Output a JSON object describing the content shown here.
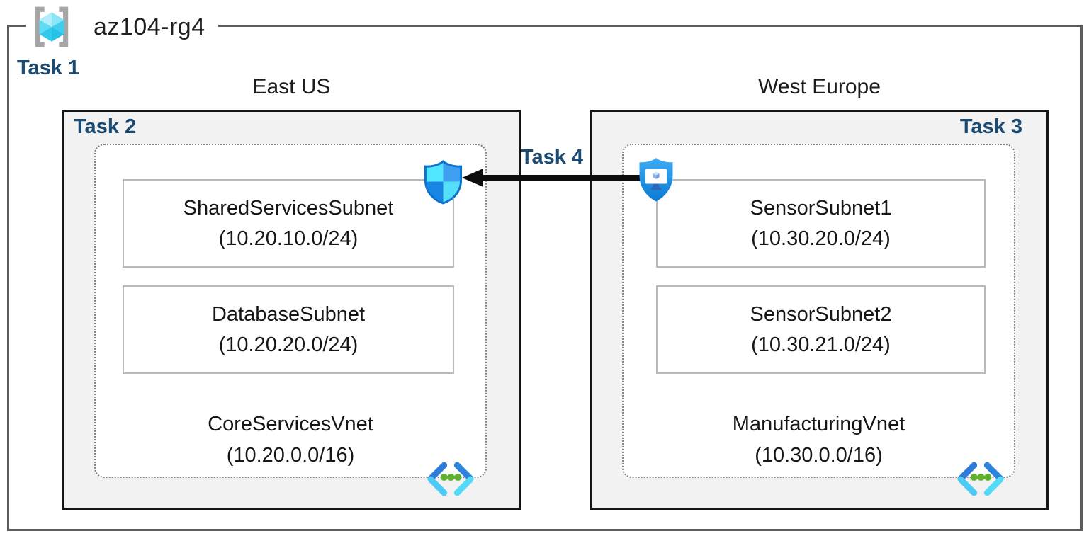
{
  "resource_group": {
    "label": "az104-rg4"
  },
  "task_labels": {
    "task1": "Task 1",
    "task2": "Task 2",
    "task3": "Task 3",
    "task4": "Task 4"
  },
  "regions": [
    {
      "title": "East US",
      "task_label": "Task 2",
      "vnet": {
        "name": "CoreServicesVnet",
        "address_space": "(10.20.0.0/16)"
      },
      "subnets": [
        {
          "name": "SharedServicesSubnet",
          "address_range": "(10.20.10.0/24)"
        },
        {
          "name": "DatabaseSubnet",
          "address_range": "(10.20.20.0/24)"
        }
      ]
    },
    {
      "title": "West Europe",
      "task_label": "Task 3",
      "vnet": {
        "name": "ManufacturingVnet",
        "address_space": "(10.30.0.0/16)"
      },
      "subnets": [
        {
          "name": "SensorSubnet1",
          "address_range": "(10.30.20.0/24)"
        },
        {
          "name": "SensorSubnet2",
          "address_range": "(10.30.21.0/24)"
        }
      ]
    }
  ],
  "connection": {
    "label": "Task 4",
    "direction": "right-to-left"
  },
  "icons": {
    "resource_group": "resource-group-icon",
    "left_shield": "network-security-group-shield-icon",
    "right_shield": "bastion-shield-monitor-icon",
    "vnet": "virtual-network-icon"
  },
  "colors": {
    "task_label_navy": "#1b4a73",
    "region_fill": "#f2f2f2",
    "region_border": "#161616",
    "outer_border": "#5c5c5c",
    "subnet_border": "#b9b9b9",
    "dotted_border": "#7f7f7f",
    "arrow_black": "#0d0d0d",
    "azure_blue": "#0c7fdd",
    "azure_cyan": "#50e6ff",
    "vnet_dot_green": "#5fb02d",
    "bracket_gray": "#a6a6a6"
  }
}
